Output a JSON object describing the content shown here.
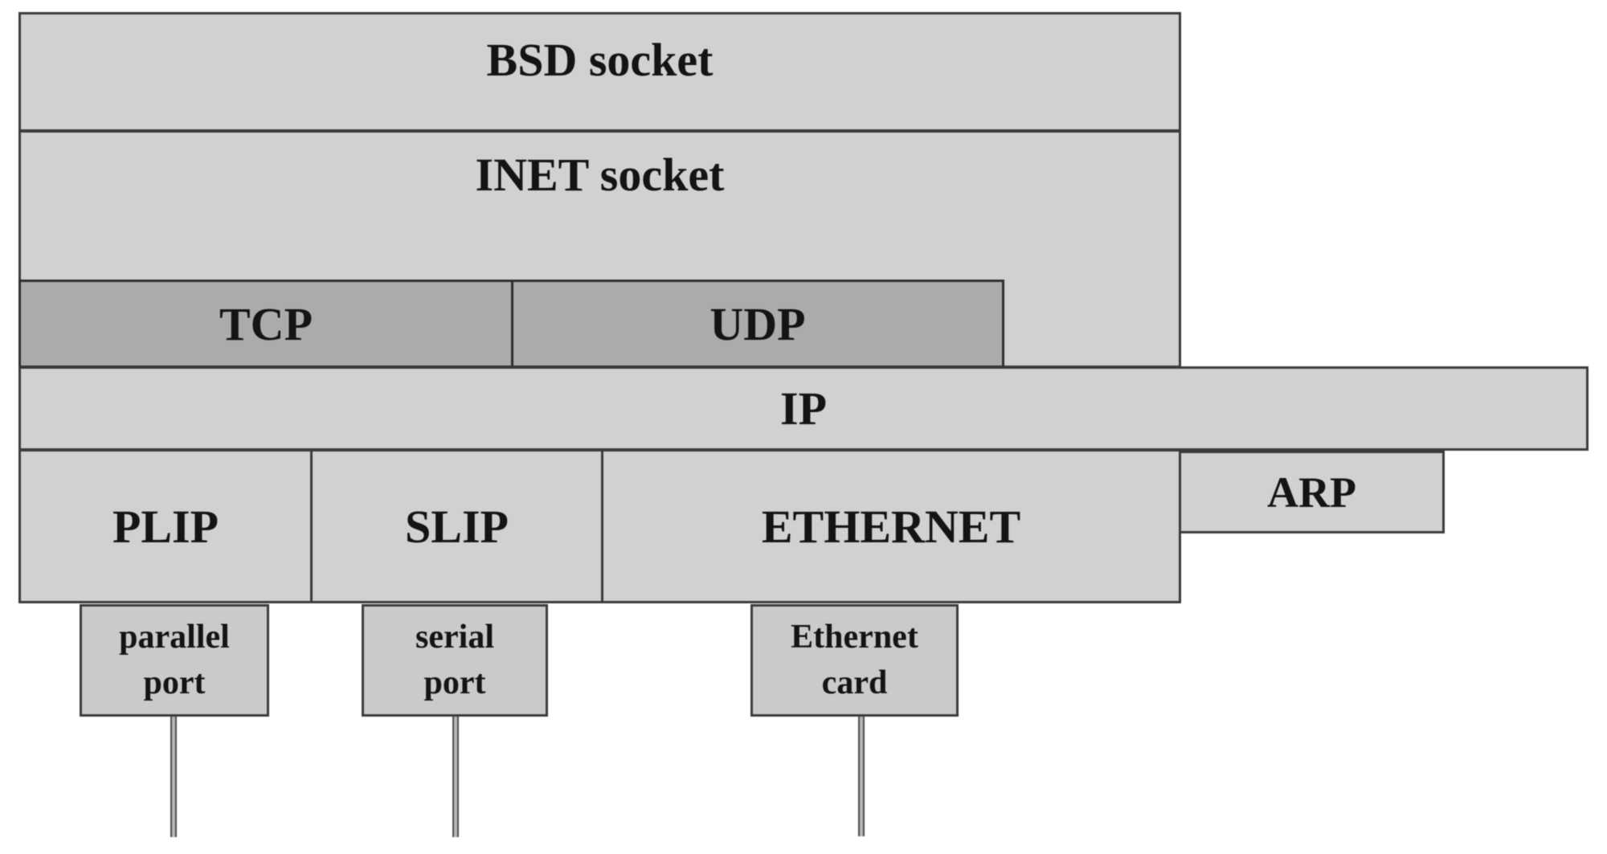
{
  "colors": {
    "background": "#ffffff",
    "box_fill": "#d1d1d1",
    "protocol_bar_fill": "#ababab",
    "hardware_fill": "#cacaca",
    "border": "#3b3b3b",
    "text": "#141414"
  },
  "layers": {
    "bsd_socket": "BSD socket",
    "inet_socket": "INET socket",
    "tcp": "TCP",
    "udp": "UDP",
    "ip": "IP",
    "plip": "PLIP",
    "slip": "SLIP",
    "ethernet": "ETHERNET",
    "arp": "ARP"
  },
  "hardware": {
    "parallel_port": {
      "line1": "parallel",
      "line2": "port"
    },
    "serial_port": {
      "line1": "serial",
      "line2": "port"
    },
    "ethernet_card": {
      "line1": "Ethernet",
      "line2": "card"
    }
  }
}
